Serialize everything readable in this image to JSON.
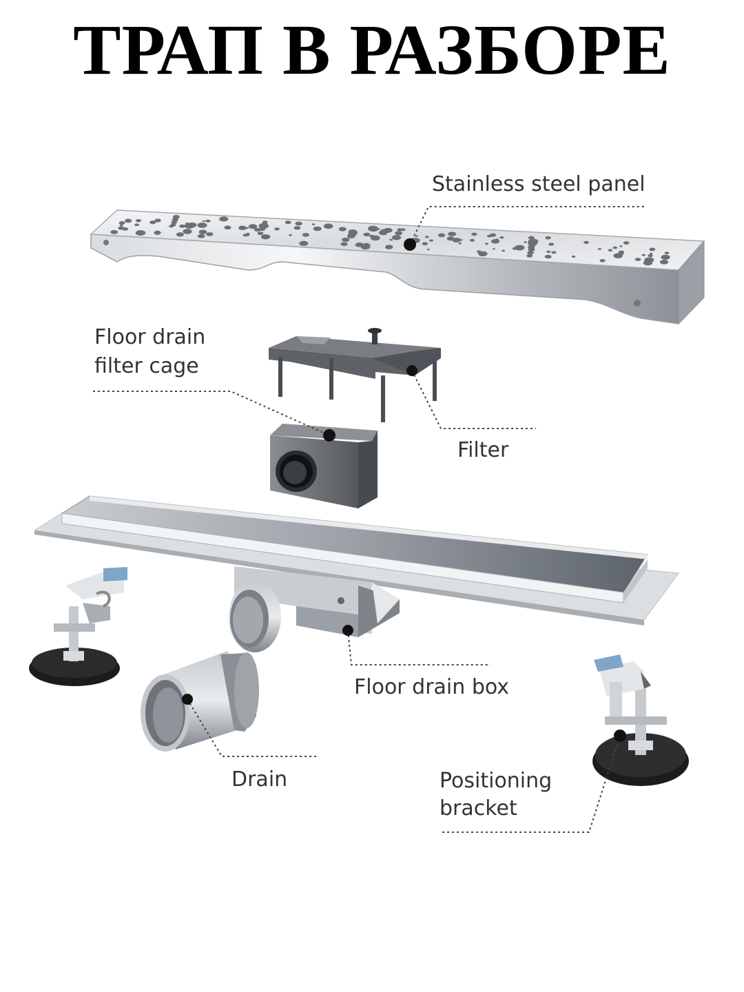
{
  "title": "ТРАП В РАЗБОРЕ",
  "labels": {
    "panel": "Stainless steel panel",
    "cage_line1": "Floor drain",
    "cage_line2": "filter cage",
    "filter": "Filter",
    "box": "Floor drain box",
    "drain": "Drain",
    "bracket_line1": "Positioning",
    "bracket_line2": "bracket"
  },
  "colors": {
    "text": "#333333",
    "title": "#000000",
    "steel_light": "#e9ebed",
    "steel_dark": "#8a8f95",
    "plastic": "#5f6368",
    "rubber": "#1c1c1c"
  }
}
